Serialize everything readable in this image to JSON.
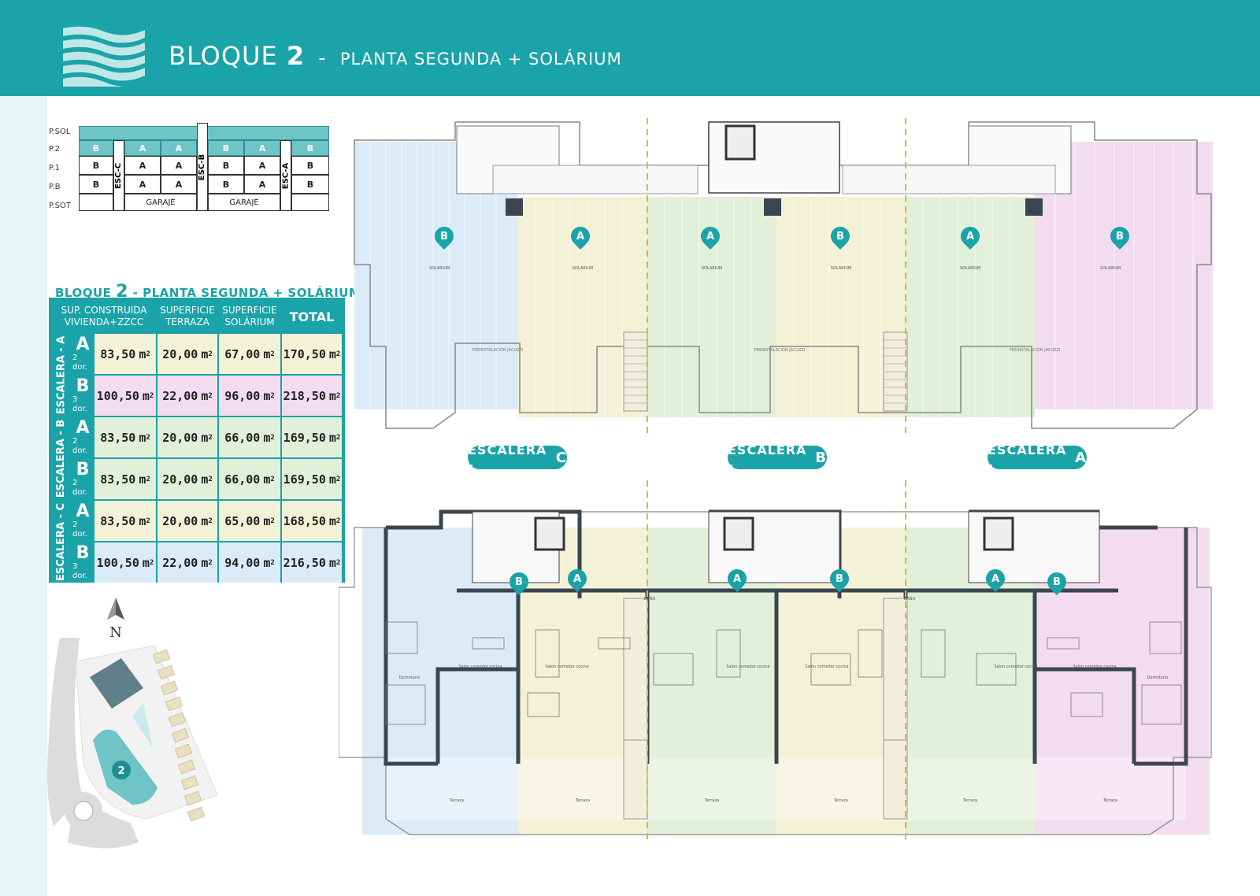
{
  "header": {
    "title_prefix": "BLOQUE",
    "title_number": "2",
    "title_separator": "-",
    "subtitle": "PLANTA SEGUNDA + SOLÁRIUM"
  },
  "colors": {
    "brand": "#1aa3a8",
    "unit_a": "#f3f1d6",
    "unit_b": "#dcebf8",
    "unit_b_pink": "#f3dcef",
    "unit_a_green": "#e2efd9"
  },
  "schema": {
    "levels": [
      "P.SOL",
      "P.2",
      "P.1",
      "P.B",
      "P.SOT"
    ],
    "rows": [
      [
        "B",
        "A",
        "A",
        "B",
        "A",
        "B"
      ],
      [
        "B",
        "A",
        "A",
        "B",
        "A",
        "B"
      ],
      [
        "B",
        "A",
        "A",
        "B",
        "A",
        "B"
      ]
    ],
    "stairs": [
      "ESC-C",
      "ESC-B",
      "ESC-A"
    ],
    "garage": [
      "GARAJE",
      "GARAJE"
    ]
  },
  "table": {
    "title_prefix": "BLOQUE",
    "title_number": "2",
    "title_suffix": "- PLANTA SEGUNDA + SOLÁRIUM",
    "headers": {
      "built": "SUP. CONSTRUIDA VIVIENDA+ZZCC",
      "terrace": "SUPERFICIE TERRAZA",
      "solarium": "SUPERFICIE SOLÁRIUM",
      "total": "TOTAL"
    },
    "unit_suffix": "m",
    "unit_power": "2",
    "groups": [
      {
        "name": "ESCALERA - A",
        "rows": [
          {
            "type": "A",
            "dorms": "2 dor.",
            "built": "83,50",
            "terrace": "20,00",
            "solarium": "67,00",
            "total": "170,50"
          },
          {
            "type": "B",
            "dorms": "3 dor.",
            "built": "100,50",
            "terrace": "22,00",
            "solarium": "96,00",
            "total": "218,50"
          }
        ]
      },
      {
        "name": "ESCALERA - B",
        "rows": [
          {
            "type": "A",
            "dorms": "2 dor.",
            "built": "83,50",
            "terrace": "20,00",
            "solarium": "66,00",
            "total": "169,50"
          },
          {
            "type": "B",
            "dorms": "2 dor.",
            "built": "83,50",
            "terrace": "20,00",
            "solarium": "66,00",
            "total": "169,50"
          }
        ]
      },
      {
        "name": "ESCALERA - C",
        "rows": [
          {
            "type": "A",
            "dorms": "2 dor.",
            "built": "83,50",
            "terrace": "20,00",
            "solarium": "65,00",
            "total": "168,50"
          },
          {
            "type": "B",
            "dorms": "3 dor.",
            "built": "100,50",
            "terrace": "22,00",
            "solarium": "94,00",
            "total": "216,50"
          }
        ]
      }
    ]
  },
  "compass": {
    "label": "N"
  },
  "site": {
    "block_label": "2"
  },
  "plan": {
    "stairs": [
      {
        "prefix": "ESCALERA -",
        "letter": "C"
      },
      {
        "prefix": "ESCALERA -",
        "letter": "B"
      },
      {
        "prefix": "ESCALERA -",
        "letter": "A"
      }
    ],
    "solarium_markers": [
      "B",
      "A",
      "A",
      "B",
      "A",
      "B"
    ],
    "floor_markers": [
      "B",
      "A",
      "A",
      "B",
      "A",
      "B"
    ],
    "room_labels": {
      "solarium": "SOLARIUM",
      "preinstalacion": "PREINSTALACION JACUZZI",
      "terraza": "Terraza",
      "salon": "Salon comedor cocina",
      "dormitorio": "Dormitorio",
      "bano": "BAÑO"
    }
  }
}
